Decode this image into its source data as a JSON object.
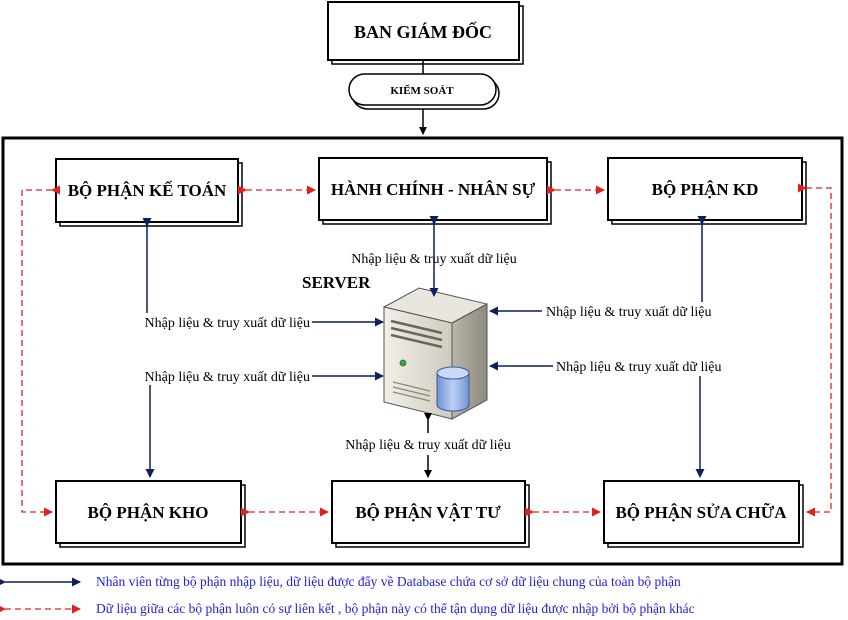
{
  "top_box": {
    "label": "BAN GIÁM ĐỐC"
  },
  "control": {
    "label": "KIỂM SOÁT"
  },
  "server": {
    "label": "SERVER"
  },
  "nodes": {
    "ke_toan": "BỘ PHẬN KẾ TOÁN",
    "hcns": "HÀNH CHÍNH - NHÂN SỰ",
    "kd": "BỘ PHẬN KD",
    "kho": "BỘ PHẬN KHO",
    "vat_tu": "BỘ PHẬN VẬT TƯ",
    "sua_chua": "BỘ PHẬN SỬA CHỮA"
  },
  "edge_label": "Nhập liệu & truy xuất dữ liệu",
  "legend": {
    "solid": "Nhân viên từng bộ phận nhập liệu, dữ liệu được đẩy về Database chứa cơ sở dữ liệu chung của toàn bộ phận",
    "dashed": "Dữ liệu giữa các bộ phận luôn có sự liên kết , bộ phận này có thể tận dụng dữ liệu được nhập bởi bộ phận khác"
  },
  "colors": {
    "solid_arrow": "#0d1f5c",
    "dashed_arrow": "#e02020",
    "legend_text": "#1f1fd6"
  }
}
